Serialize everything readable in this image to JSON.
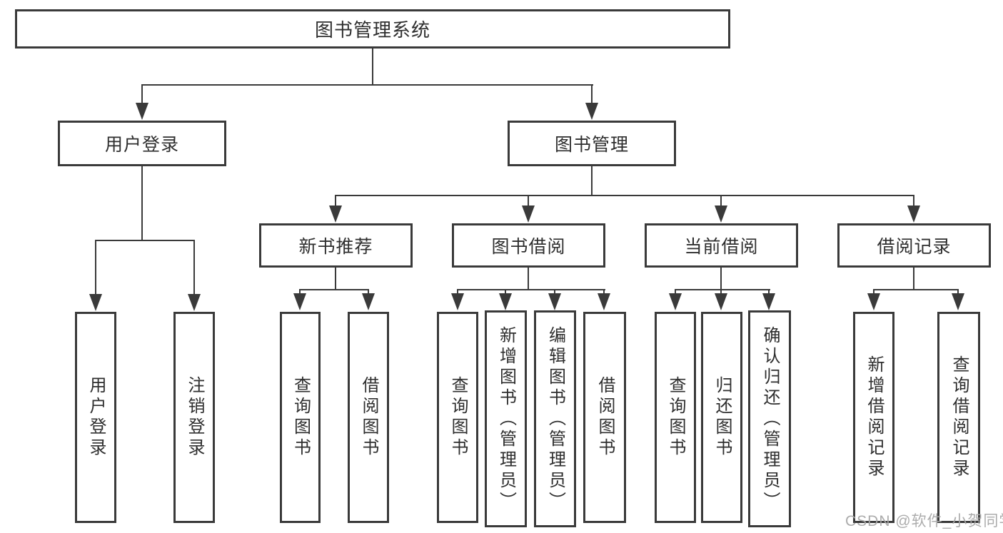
{
  "diagram": {
    "root": {
      "label": "图书管理系统"
    },
    "user_login": {
      "label": "用户登录",
      "children": [
        {
          "label": "用户登录"
        },
        {
          "label": "注销登录"
        }
      ]
    },
    "book_mgmt": {
      "label": "图书管理"
    },
    "new_books": {
      "label": "新书推荐",
      "children": [
        {
          "label": "查询图书"
        },
        {
          "label": "借阅图书"
        }
      ]
    },
    "book_borrow": {
      "label": "图书借阅",
      "children": [
        {
          "label": "查询图书"
        },
        {
          "label": "新增图书（管理员）"
        },
        {
          "label": "编辑图书（管理员）"
        },
        {
          "label": "借阅图书"
        }
      ]
    },
    "current_borrow": {
      "label": "当前借阅",
      "children": [
        {
          "label": "查询图书"
        },
        {
          "label": "归还图书"
        },
        {
          "label": "确认归还（管理员）"
        }
      ]
    },
    "borrow_records": {
      "label": "借阅记录",
      "children": [
        {
          "label": "新增借阅记录"
        },
        {
          "label": "查询借阅记录"
        }
      ]
    }
  },
  "watermark": {
    "text": "CSDN @软件_小贺同学"
  },
  "colors": {
    "line": "#3a3a3a",
    "box_border": "#3a3a3a",
    "text": "#2e2e2e",
    "watermark_text": "#a8a8a8",
    "background": "#ffffff"
  }
}
